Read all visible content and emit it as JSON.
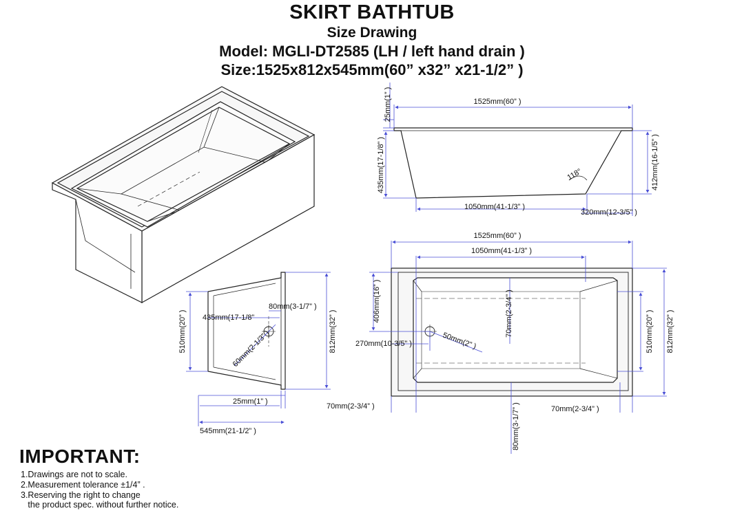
{
  "header": {
    "title": "SKIRT BATHTUB",
    "subtitle": "Size Drawing",
    "model": "Model: MGLI-DT2585 (LH / left hand drain )",
    "size": "Size:1525x812x545mm(60” x32” x21-1/2” )"
  },
  "side_view": {
    "d_top_length": "1525mm(60” )",
    "d_rim": "25mm(1” )",
    "d_height_left": "435mm(17-1/8” )",
    "d_height_right": "412mm(16-1/5” )",
    "d_bottom_length": "1050mm(41-1/3” )",
    "d_skirt_offset": "320mm(12-3/5” )",
    "d_angle": "118°"
  },
  "end_view": {
    "d_depth": "435mm(17-1/8”",
    "d_drain_offset": "80mm(3-1/7” )",
    "d_drain": "60mm(2-1/3” )",
    "d_inner_width": "510mm(20” )",
    "d_outer_width": "812mm(32” )",
    "d_rim": "25mm(1” )",
    "d_height": "545mm(21-1/2” )"
  },
  "top_view": {
    "d_length": "1525mm(60” )",
    "d_inner_length": "1050mm(41-1/3” )",
    "d_drain_from_side": "406mm(16” )",
    "d_drain_center": "70mm(2-3/4” )",
    "d_drain_from_end": "270mm(10-3/5” )",
    "d_drain": "50mm(2” )",
    "d_inner_width": "510mm(20” )",
    "d_width": "812mm(32” )",
    "d_left_edge": "70mm(2-3/4” )",
    "d_right_edge": "70mm(2-3/4” )",
    "d_bottom_edge": "80mm(3-1/7” )"
  },
  "important": {
    "heading": "IMPORTANT:",
    "notes": [
      "1.Drawings are not to scale.",
      "2.Measurement tolerance ±1/4” .",
      "3.Reserving the right to change",
      "   the product spec. without further notice."
    ]
  },
  "colors": {
    "dimension_line": "#4a4fd6",
    "outline": "#222222"
  }
}
